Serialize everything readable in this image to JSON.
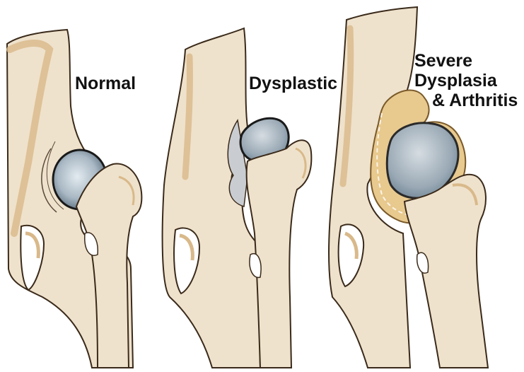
{
  "labels": {
    "normal": "Normal",
    "dysplastic": "Dysplastic",
    "severe": [
      "Severe",
      "Dysplasia",
      "& Arthritis"
    ]
  },
  "colors": {
    "bone": "#efe2cc",
    "bone_shade": "#d9b98a",
    "outline": "#3a2a1a",
    "cartilage": "#a9b8c4",
    "cartilage_dark": "#6f8494",
    "arthritic": "#e8c98e"
  },
  "panels": [
    {
      "name": "normal-hip",
      "icons": [
        "pelvis",
        "femoral-head",
        "femur"
      ]
    },
    {
      "name": "dysplastic-hip",
      "icons": [
        "pelvis",
        "femoral-head",
        "femur"
      ]
    },
    {
      "name": "severe-dysplasia-arthritis-hip",
      "icons": [
        "pelvis",
        "femoral-head",
        "femur",
        "osteophytes"
      ]
    }
  ]
}
